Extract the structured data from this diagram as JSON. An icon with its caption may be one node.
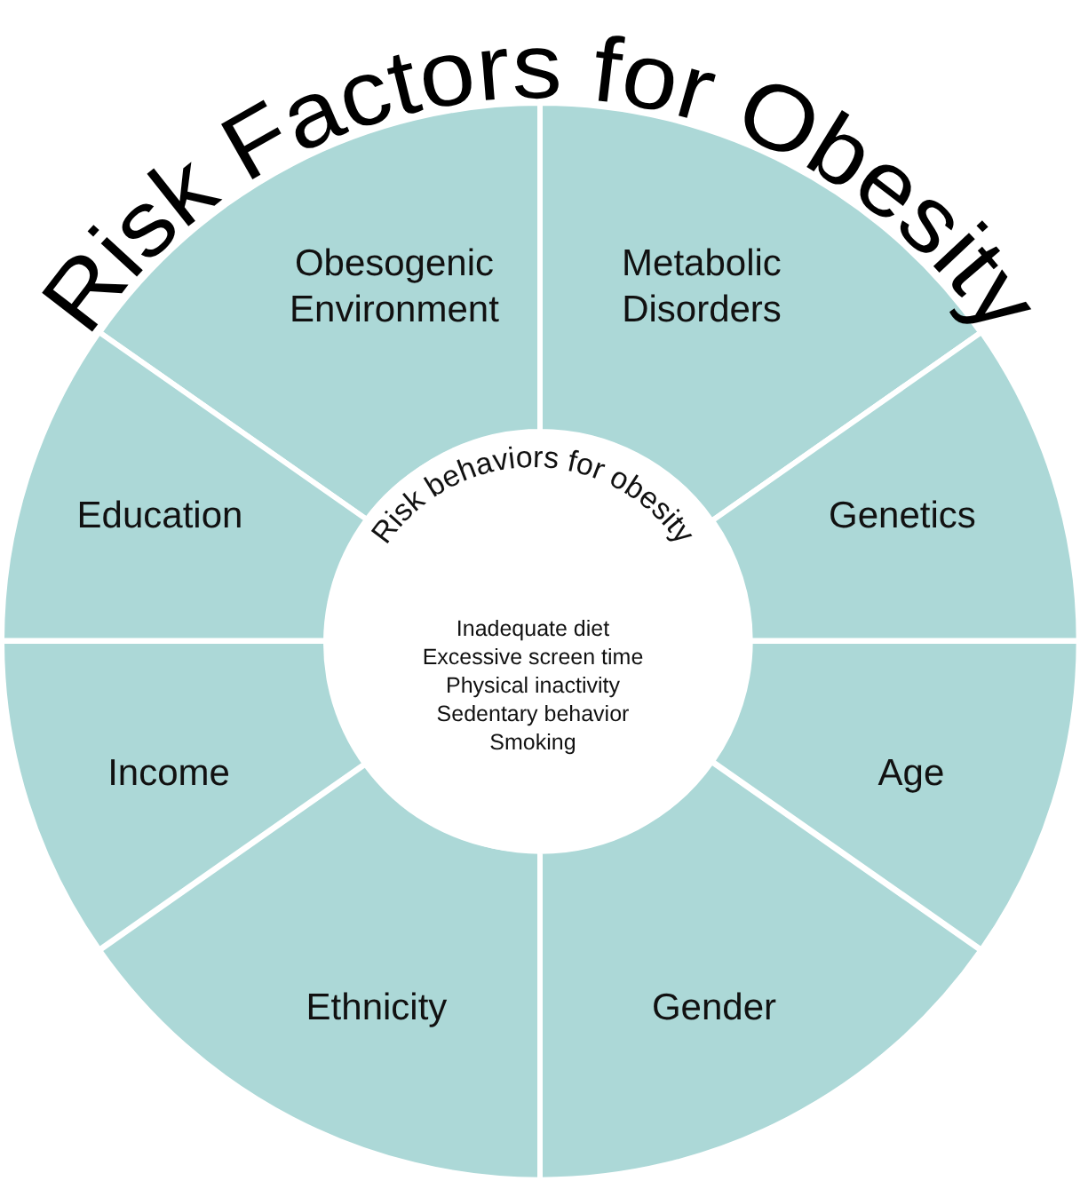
{
  "diagram": {
    "title": "Risk Factors for Obesity",
    "nodes": [
      {
        "text": [
          "Obesogenic Environment"
        ]
      },
      {
        "text": [
          "Metabolic Disorders"
        ]
      },
      {
        "text": [
          "Education"
        ]
      },
      {
        "text": [
          "Genetics"
        ]
      },
      {
        "text": [
          "Income"
        ]
      },
      {
        "text": [
          "Age"
        ]
      },
      {
        "text": [
          "Ethnicity"
        ]
      },
      {
        "text": [
          "Gender"
        ]
      },
      {
        "text": [
          "Risk behaviors for obesity",
          "Inadequate diet",
          "Excessive screen time",
          "Physical inactivity",
          "Sedentary behavior",
          "Smoking"
        ]
      }
    ]
  }
}
